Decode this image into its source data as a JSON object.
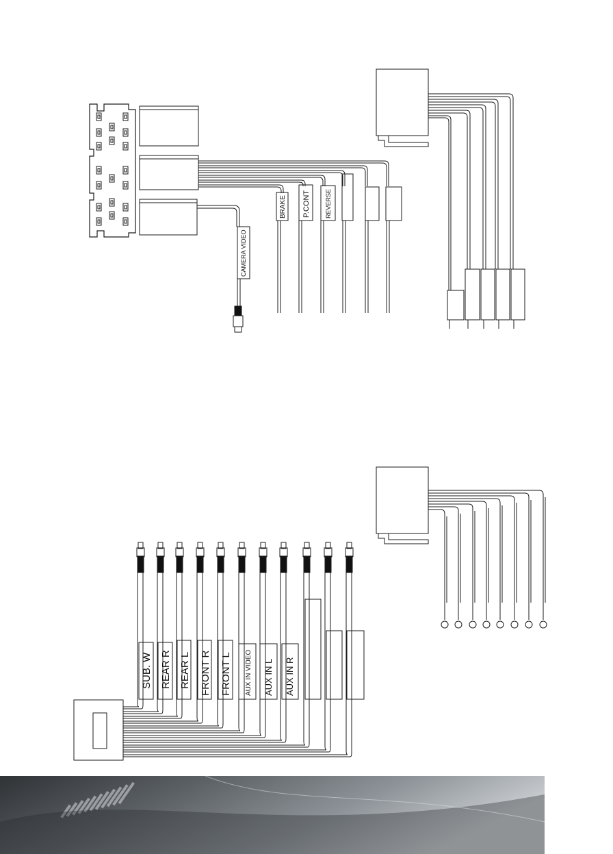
{
  "top_diagram": {
    "labels": {
      "brake": "BRAKE",
      "pcont": "P.CONT",
      "reverse": "REVERSE",
      "camera_video": "CAMERA VIDEO"
    }
  },
  "bottom_diagram": {
    "labels": {
      "sub_w": "SUB. W",
      "rear_r": "REAR R",
      "rear_l": "REAR L",
      "front_r": "FRONT R",
      "front_l": "FRONT L",
      "aux_in_video": "AUX IN VIDEO",
      "aux_in_l": "AUX IN L",
      "aux_in_r": "AUX IN R"
    }
  },
  "colors": {
    "line": "#1a1a1a",
    "background": "#ffffff",
    "footer_dark": "#3a3d40",
    "footer_light": "#9aa0a4"
  }
}
